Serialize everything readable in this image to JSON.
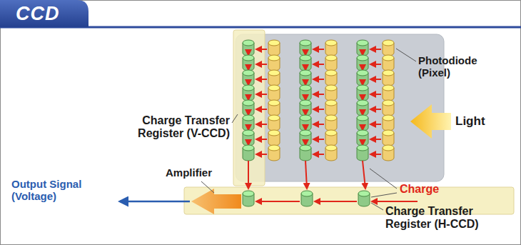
{
  "diagram": {
    "title": "CCD",
    "labels": [
      "Photodiode (Pixel)",
      "Charge Transfer Register (V-CCD)",
      "Light",
      "Amplifier",
      "Output Signal (Voltage)",
      "Charge",
      "Charge Transfer Register (H-CCD)"
    ]
  }
}
